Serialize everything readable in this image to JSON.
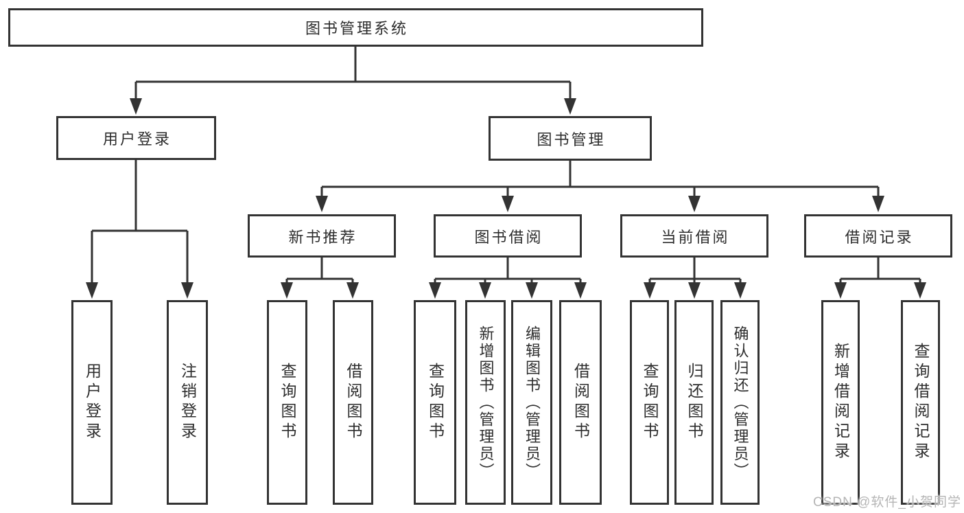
{
  "nodes": {
    "root": "图书管理系统",
    "user_login": "用户登录",
    "book_management": "图书管理",
    "new_book_recommend": "新书推荐",
    "book_borrow": "图书借阅",
    "current_borrow": "当前借阅",
    "borrow_records": "借阅记录",
    "login_leaf": "用户登录",
    "logout_leaf": "注销登录",
    "nbr_query_books": "查询图书",
    "nbr_borrow_books": "借阅图书",
    "bb_query_books": "查询图书",
    "bb_add_books": "新增图书（管理员）",
    "bb_edit_books": "编辑图书（管理员）",
    "bb_borrow_books": "借阅图书",
    "cb_query_books": "查询图书",
    "cb_return_books": "归还图书",
    "cb_confirm_return": "确认归还（管理员）",
    "br_add_record": "新增借阅记录",
    "br_query_record": "查询借阅记录"
  },
  "watermark": {
    "text": "CSDN @软件_小贺同学"
  },
  "colors": {
    "line": "#333333",
    "text": "#2d2d2d",
    "background": "#ffffff",
    "watermark": "#b5b5b5"
  }
}
